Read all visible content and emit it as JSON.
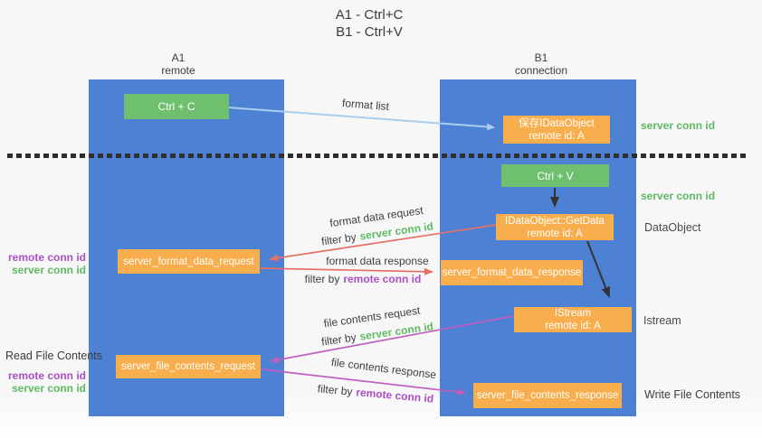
{
  "title": {
    "line1": "A1 - Ctrl+C",
    "line2": "B1 - Ctrl+V"
  },
  "lanes": {
    "left": {
      "header_line1": "A1",
      "header_line2": "remote"
    },
    "right": {
      "header_line1": "B1",
      "header_line2": "connection"
    }
  },
  "boxes": {
    "ctrl_c": {
      "label": "Ctrl + C"
    },
    "save_dataobject": {
      "line1": "保存IDataObject",
      "line2": "remote id: A"
    },
    "ctrl_v": {
      "label": "Ctrl + V"
    },
    "getdata": {
      "line1": "IDataObject::GetData",
      "line2": "remote id: A"
    },
    "format_request": {
      "label": "server_format_data_request"
    },
    "format_response": {
      "label": "server_format_data_response"
    },
    "istream": {
      "line1": "IStream",
      "line2": "remote id: A"
    },
    "file_request": {
      "label": "server_file_contents_request"
    },
    "file_response": {
      "label": "server_file_contents_response"
    }
  },
  "terms": {
    "server_conn_id": "server conn id",
    "remote_conn_id": "remote conn id",
    "filter_by": "filter by"
  },
  "flow_labels": {
    "format_list": "format list",
    "format_data_request": "format data request",
    "format_data_response": "format data response",
    "file_contents_request": "file contents request",
    "file_contents_response": "file contents response"
  },
  "side_labels": {
    "dataobject": "DataObject",
    "istream": "Istream",
    "read_file_contents": "Read File Contents",
    "write_file_contents": "Write File Contents"
  },
  "colors": {
    "lane_blue": "#4d81d3",
    "box_orange": "#f9ae4d",
    "box_green": "#6ec06f",
    "arrow_light_blue": "#a8cfef",
    "arrow_red": "#e76f66",
    "arrow_magenta": "#c05ec0",
    "arrow_black": "#333333",
    "label_green": "#5fba62",
    "label_purple": "#ac4fc5",
    "text_dark": "#3c3c3c"
  }
}
